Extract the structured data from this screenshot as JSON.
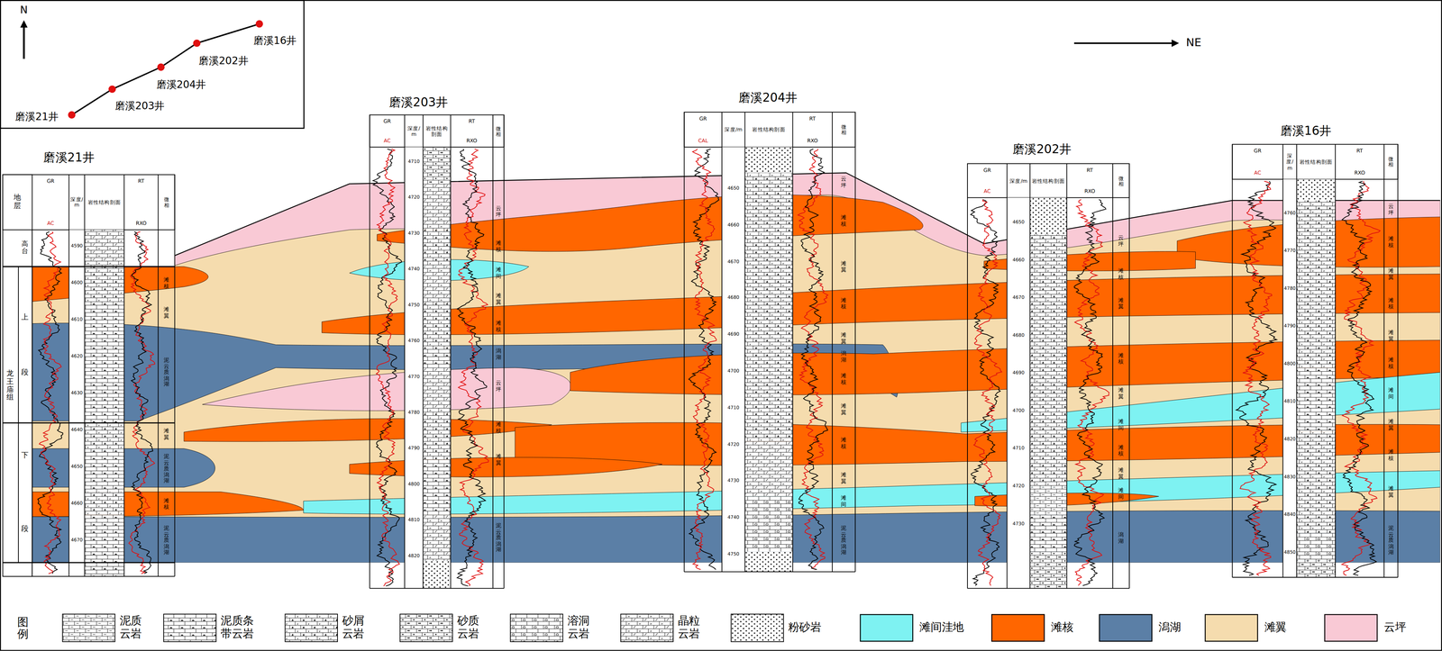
{
  "diagram": {
    "labels": [
      "N",
      "磨溪21井",
      "磨溪203井",
      "磨溪204井",
      "磨溪202井",
      "磨溪16井",
      "NE",
      "磨溪21井",
      "磨溪203井",
      "磨溪204井",
      "磨溪202井",
      "磨溪16井",
      "地层",
      "高台",
      "上",
      "段",
      "龙王庙组",
      "下",
      "段",
      "GR",
      "AC",
      "深度/m",
      "岩性结构剖面",
      "RT",
      "RXO",
      "微相",
      "4590",
      "4600",
      "4610",
      "4620",
      "4630",
      "4640",
      "4650",
      "4660",
      "4670",
      "滩核",
      "滩翼",
      "泥云质潟湖",
      "滩翼",
      "泥云质潟湖",
      "滩核",
      "泥云质潟湖",
      "GR",
      "AC",
      "深度/m",
      "岩性结构剖面",
      "RT",
      "RXO",
      "微相",
      "4710",
      "4720",
      "4730",
      "4740",
      "4750",
      "4760",
      "4770",
      "4780",
      "4790",
      "4800",
      "4810",
      "4820",
      "云坪",
      "滩核",
      "滩间",
      "滩翼",
      "滩核",
      "潟湖",
      "云坪",
      "滩核",
      "滩翼",
      "泥云质潟湖",
      "GR",
      "CAL",
      "深度/m",
      "岩性结构剖面",
      "RT",
      "RXO",
      "微相",
      "4650",
      "4660",
      "4670",
      "4680",
      "4690",
      "4700",
      "4710",
      "4720",
      "4730",
      "4740",
      "4750",
      "云坪",
      "滩核",
      "滩翼",
      "滩核",
      "滩翼",
      "潟湖",
      "滩核",
      "滩翼",
      "滩核",
      "滩翼",
      "滩间",
      "泥云质潟湖",
      "GR",
      "AC",
      "深度/m",
      "岩性结构剖面",
      "RT",
      "RXO",
      "微相",
      "4650",
      "4660",
      "4670",
      "4680",
      "4690",
      "4700",
      "4710",
      "4720",
      "4730",
      "云坪",
      "滩核",
      "滩翼",
      "滩核",
      "滩翼",
      "滩间",
      "滩核",
      "滩翼",
      "滩间",
      "潟湖",
      "GR",
      "AC",
      "深度/m",
      "岩性结构剖面",
      "RT",
      "RXO",
      "微相",
      "4760",
      "4770",
      "4780",
      "4790",
      "4800",
      "4810",
      "4820",
      "4830",
      "4840",
      "4850",
      "云坪",
      "滩核",
      "滩翼",
      "滩核",
      "滩翼",
      "滩核",
      "滩间",
      "滩翼",
      "滩核",
      "滩翼",
      "泥云质潟湖",
      "图例"
    ],
    "legend": [
      {
        "text": "泥质云岩"
      },
      {
        "text": "泥质条带云岩"
      },
      {
        "text": "砂屑云岩"
      },
      {
        "text": "砂质云岩"
      },
      {
        "text": "溶洞云岩"
      },
      {
        "text": "晶粒云岩"
      },
      {
        "text": "粉砂岩"
      },
      {
        "text": "滩间洼地",
        "color": "#7ef2f2"
      },
      {
        "text": "滩核",
        "color": "#ff6600"
      },
      {
        "text": "潟湖",
        "color": "#5b7fa6"
      },
      {
        "text": "滩翼",
        "color": "#f5dcae"
      },
      {
        "text": "云坪",
        "color": "#f9c9d5"
      }
    ]
  }
}
